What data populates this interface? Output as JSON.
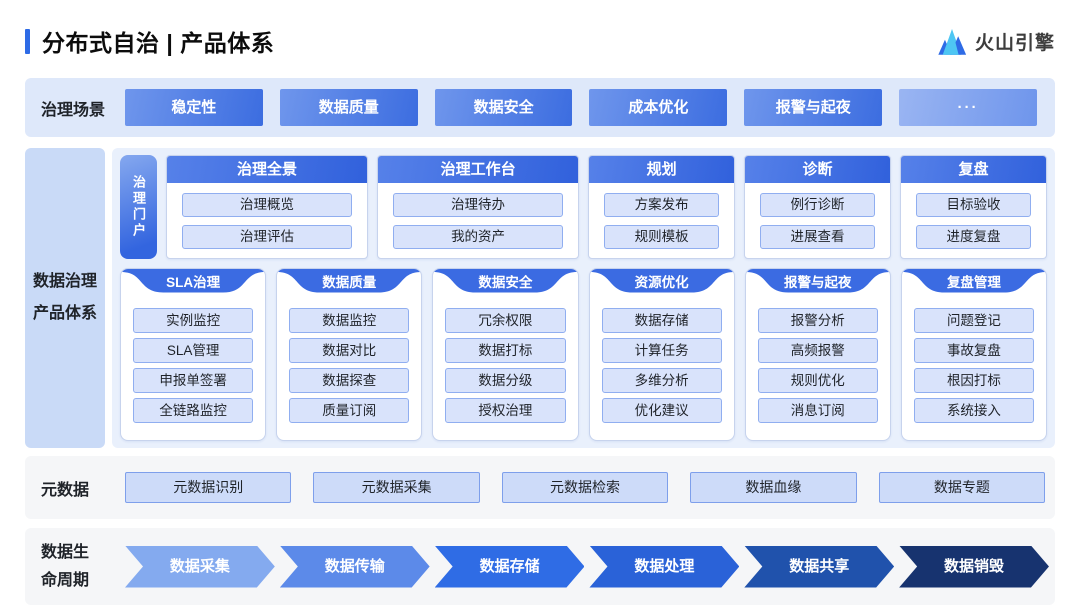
{
  "header": {
    "title": "分布式自治 | 产品体系",
    "logo_text": "火山引擎"
  },
  "scenes": {
    "label": "治理场景",
    "items": [
      "稳定性",
      "数据质量",
      "数据安全",
      "成本优化",
      "报警与起夜",
      "···"
    ]
  },
  "governance": {
    "side_label_line1": "数据治理",
    "side_label_line2": "产品体系",
    "portal_label": "治理门户",
    "top_cards": [
      {
        "title": "治理全景",
        "items": [
          "治理概览",
          "治理评估"
        ]
      },
      {
        "title": "治理工作台",
        "items": [
          "治理待办",
          "我的资产"
        ]
      },
      {
        "title": "规划",
        "items": [
          "方案发布",
          "规则模板"
        ]
      },
      {
        "title": "诊断",
        "items": [
          "例行诊断",
          "进展查看"
        ]
      },
      {
        "title": "复盘",
        "items": [
          "目标验收",
          "进度复盘"
        ]
      }
    ],
    "bottom_cards": [
      {
        "title": "SLA治理",
        "items": [
          "实例监控",
          "SLA管理",
          "申报单签署",
          "全链路监控"
        ]
      },
      {
        "title": "数据质量",
        "items": [
          "数据监控",
          "数据对比",
          "数据探查",
          "质量订阅"
        ]
      },
      {
        "title": "数据安全",
        "items": [
          "冗余权限",
          "数据打标",
          "数据分级",
          "授权治理"
        ]
      },
      {
        "title": "资源优化",
        "items": [
          "数据存储",
          "计算任务",
          "多维分析",
          "优化建议"
        ]
      },
      {
        "title": "报警与起夜",
        "items": [
          "报警分析",
          "高频报警",
          "规则优化",
          "消息订阅"
        ]
      },
      {
        "title": "复盘管理",
        "items": [
          "问题登记",
          "事故复盘",
          "根因打标",
          "系统接入"
        ]
      }
    ]
  },
  "metadata": {
    "label": "元数据",
    "items": [
      "元数据识别",
      "元数据采集",
      "元数据检索",
      "数据血缘",
      "数据专题"
    ]
  },
  "lifecycle": {
    "label_line1": "数据生",
    "label_line2": "命周期",
    "stages": [
      {
        "label": "数据采集",
        "color": "#84AAEF"
      },
      {
        "label": "数据传输",
        "color": "#5C8AE9"
      },
      {
        "label": "数据存储",
        "color": "#2F6CE5"
      },
      {
        "label": "数据处理",
        "color": "#2A62D8"
      },
      {
        "label": "数据共享",
        "color": "#2052AC"
      },
      {
        "label": "数据销毁",
        "color": "#17336F"
      }
    ]
  },
  "colors": {
    "accent_blue": "#2E6BE6",
    "scene_row_bg": "#DEE8FA",
    "main_bg": "#E9F0FC",
    "side_label_bg": "#C9DAF7",
    "gray_row_bg": "#F5F6F8",
    "pill_bg": "#D9E3FB",
    "pill_border": "#90AEF0",
    "ribbon_blue": "#3B6BE2"
  }
}
